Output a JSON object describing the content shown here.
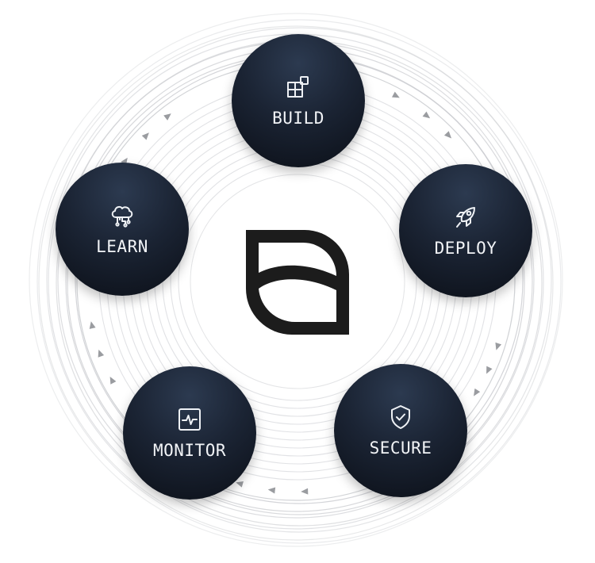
{
  "diagram": {
    "center_logo": "leaf-logo",
    "flow": "clockwise",
    "nodes": [
      {
        "id": "build",
        "label": "BUILD",
        "icon": "blocks-icon"
      },
      {
        "id": "deploy",
        "label": "DEPLOY",
        "icon": "rocket-icon"
      },
      {
        "id": "secure",
        "label": "SECURE",
        "icon": "shield-check-icon"
      },
      {
        "id": "monitor",
        "label": "MONITOR",
        "icon": "activity-monitor-icon"
      },
      {
        "id": "learn",
        "label": "LEARN",
        "icon": "cloud-network-icon"
      }
    ],
    "colors": {
      "node_top": "#2c3a50",
      "node_bottom": "#0b0f17",
      "ring": "#c9cbcf",
      "arrow": "#9a9ca0",
      "logo": "#1c1c1c"
    }
  }
}
